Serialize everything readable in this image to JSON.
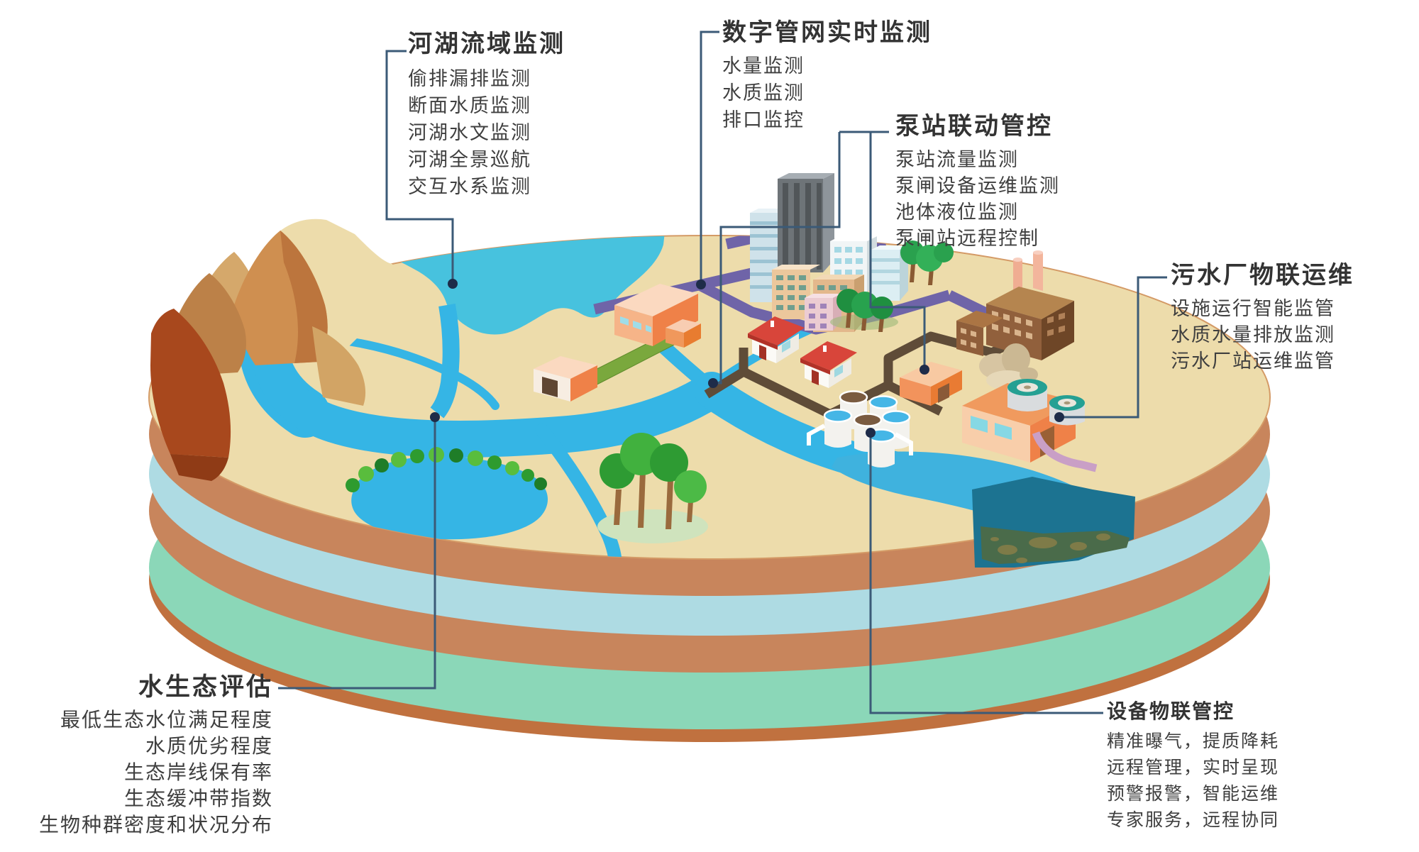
{
  "labels": {
    "river_basin": {
      "title": "河湖流域监测",
      "items": [
        "偷排漏排监测",
        "断面水质监测",
        "河湖水文监测",
        "河湖全景巡航",
        "交互水系监测"
      ]
    },
    "pipe_network": {
      "title": "数字管网实时监测",
      "items": [
        "水量监测",
        "水质监测",
        "排口监控"
      ]
    },
    "pump_station": {
      "title": "泵站联动管控",
      "items": [
        "泵站流量监测",
        "泵闸设备运维监测",
        "池体液位监测",
        "泵闸站远程控制"
      ]
    },
    "sewage_plant": {
      "title": "污水厂物联运维",
      "items": [
        "设施运行智能监管",
        "水质水量排放监测",
        "污水厂站运维监管"
      ]
    },
    "water_ecology": {
      "title": "水生态评估",
      "items": [
        "最低生态水位满足程度",
        "水质优劣程度",
        "生态岸线保有率",
        "生态缓冲带指数",
        "生物种群密度和状况分布"
      ]
    },
    "equipment": {
      "title": "设备物联管控",
      "items": [
        "精准曝气，提质降耗",
        "远程管理，实时呈现",
        "预警报警，智能运维",
        "专家服务，远程协同"
      ]
    }
  },
  "colors": {
    "leader": "#3b5a77",
    "dot": "#1e2c49",
    "title_text": "#333333",
    "item_text": "#3f3f3f",
    "ground": "#eddcab",
    "water": "#35b5e5",
    "estuary": "#47c2de",
    "pipe_purple": "#6f64a8",
    "pipe_sewer": "#5f4c38",
    "canal_green": "#7aa83d",
    "strata_brown": "#c8855c",
    "strata_blue": "#aedbe3",
    "strata_mint": "#8bd7b8",
    "strata_rim": "#c0713f"
  }
}
